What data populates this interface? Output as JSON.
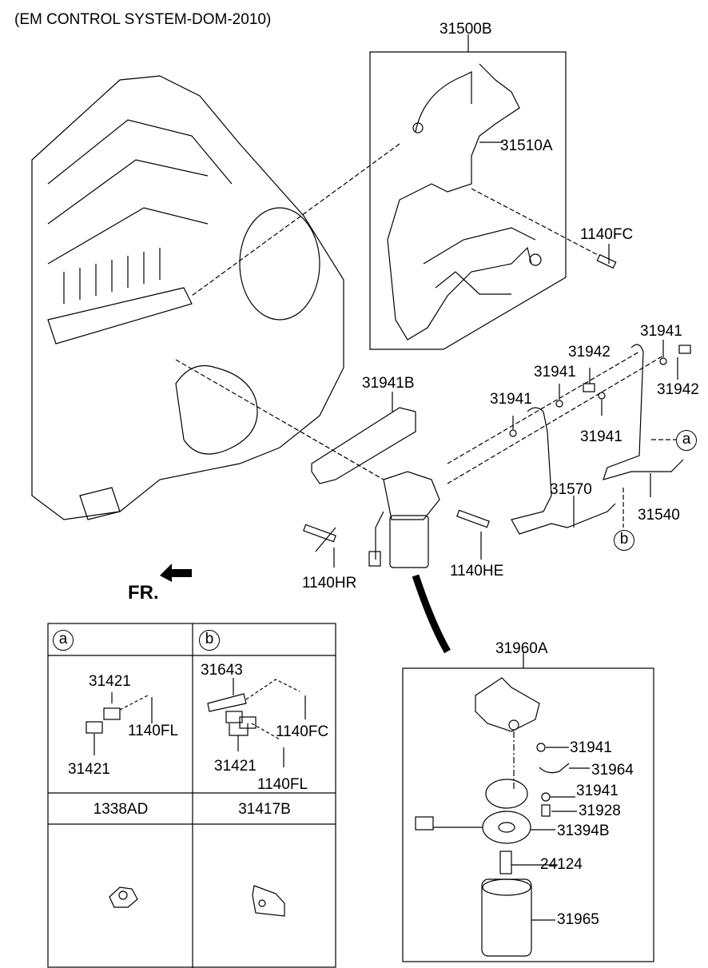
{
  "title": "(EM CONTROL SYSTEM-DOM-2010)",
  "front_marker": "FR.",
  "callouts": {
    "a": "a",
    "b": "b"
  },
  "top_assembly": {
    "label": "31500B",
    "parts": {
      "hose": "31510A",
      "bolt": "1140FC"
    }
  },
  "mid_labels": {
    "bracket": "31941B",
    "bolt_left": "1140HR",
    "bolt_right": "1140HE",
    "washer_1": "31941",
    "washer_2": "31941",
    "washer_3": "31941",
    "washer_4": "31941",
    "eye_bolt_1": "31942",
    "eye_bolt_2": "31942",
    "tube_1": "31570",
    "tube_2": "31540"
  },
  "detail_table": {
    "cells": [
      {
        "header": "a",
        "parts": [
          "31421",
          "1140FL",
          "31421"
        ]
      },
      {
        "header": "b",
        "parts": [
          "31643",
          "1140FC",
          "31421",
          "1140FL"
        ]
      },
      {
        "header": "1338AD"
      },
      {
        "header": "31417B"
      }
    ]
  },
  "filter_assembly": {
    "label": "31960A",
    "parts": [
      "31941",
      "31964",
      "31941",
      "31928",
      "31394B",
      "24124",
      "31965"
    ]
  }
}
